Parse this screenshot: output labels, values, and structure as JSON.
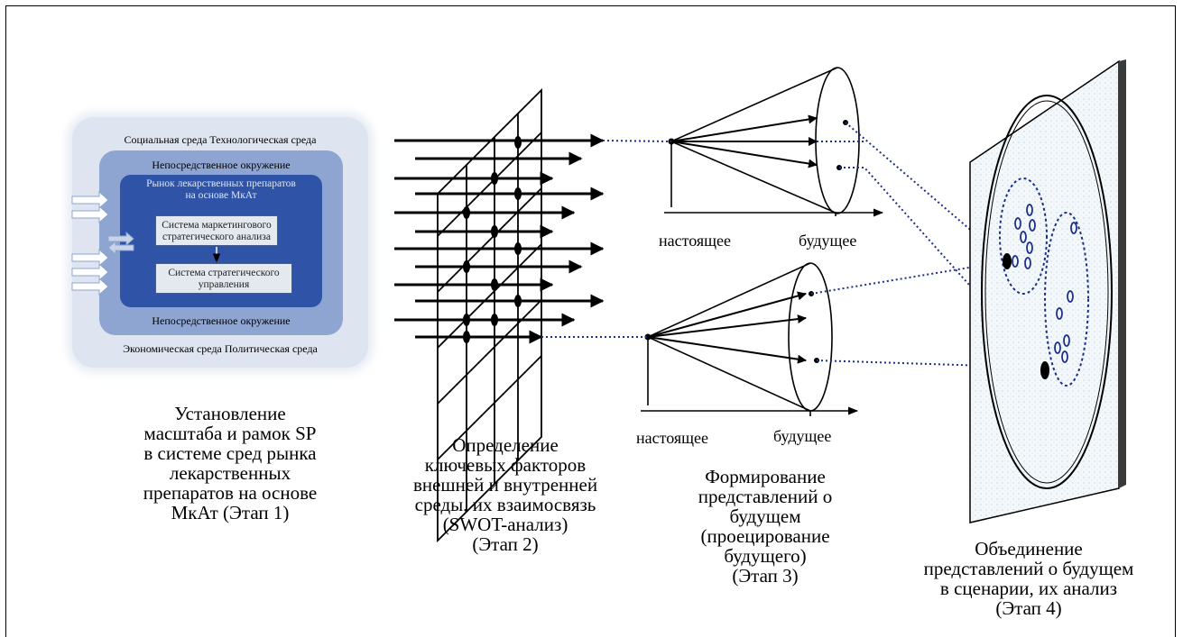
{
  "stage1": {
    "env_top": "Социальная среда Технологическая среда",
    "env_mid_top": "Непосредственное окружение",
    "env_inner_title": "Рынок лекарственных препаратов на основе МкАт",
    "box_marketing": "Система маркетингового стратегического анализа",
    "box_management": "Система стратегического управления",
    "env_mid_bottom": "Непосредственное окружение",
    "env_bottom": "Экономическая среда Политическая среда",
    "caption": "Установление\nмасштаба и рамок SP\nв системе сред рынка\nлекарственных\nпрепаратов на основе\nМкАт (Этап 1)"
  },
  "stage2": {
    "caption": "Определение\nключевых факторов\nвнешней и внутренней\nсреды, их взаимосвязь\n(SWOT-анализ)\n(Этап 2)"
  },
  "stage3": {
    "upper_present": "настоящее",
    "upper_future": "будущее",
    "lower_present": "настоящее",
    "lower_future": "будущее",
    "caption": "Формирование\nпредставлений о\nбудущем\n(проецирование\nбудущего)\n(Этап 3)"
  },
  "stage4": {
    "caption": "Объединение\nпредставлений о будущем\nв сценарии, их анализ\n(Этап 4)"
  }
}
